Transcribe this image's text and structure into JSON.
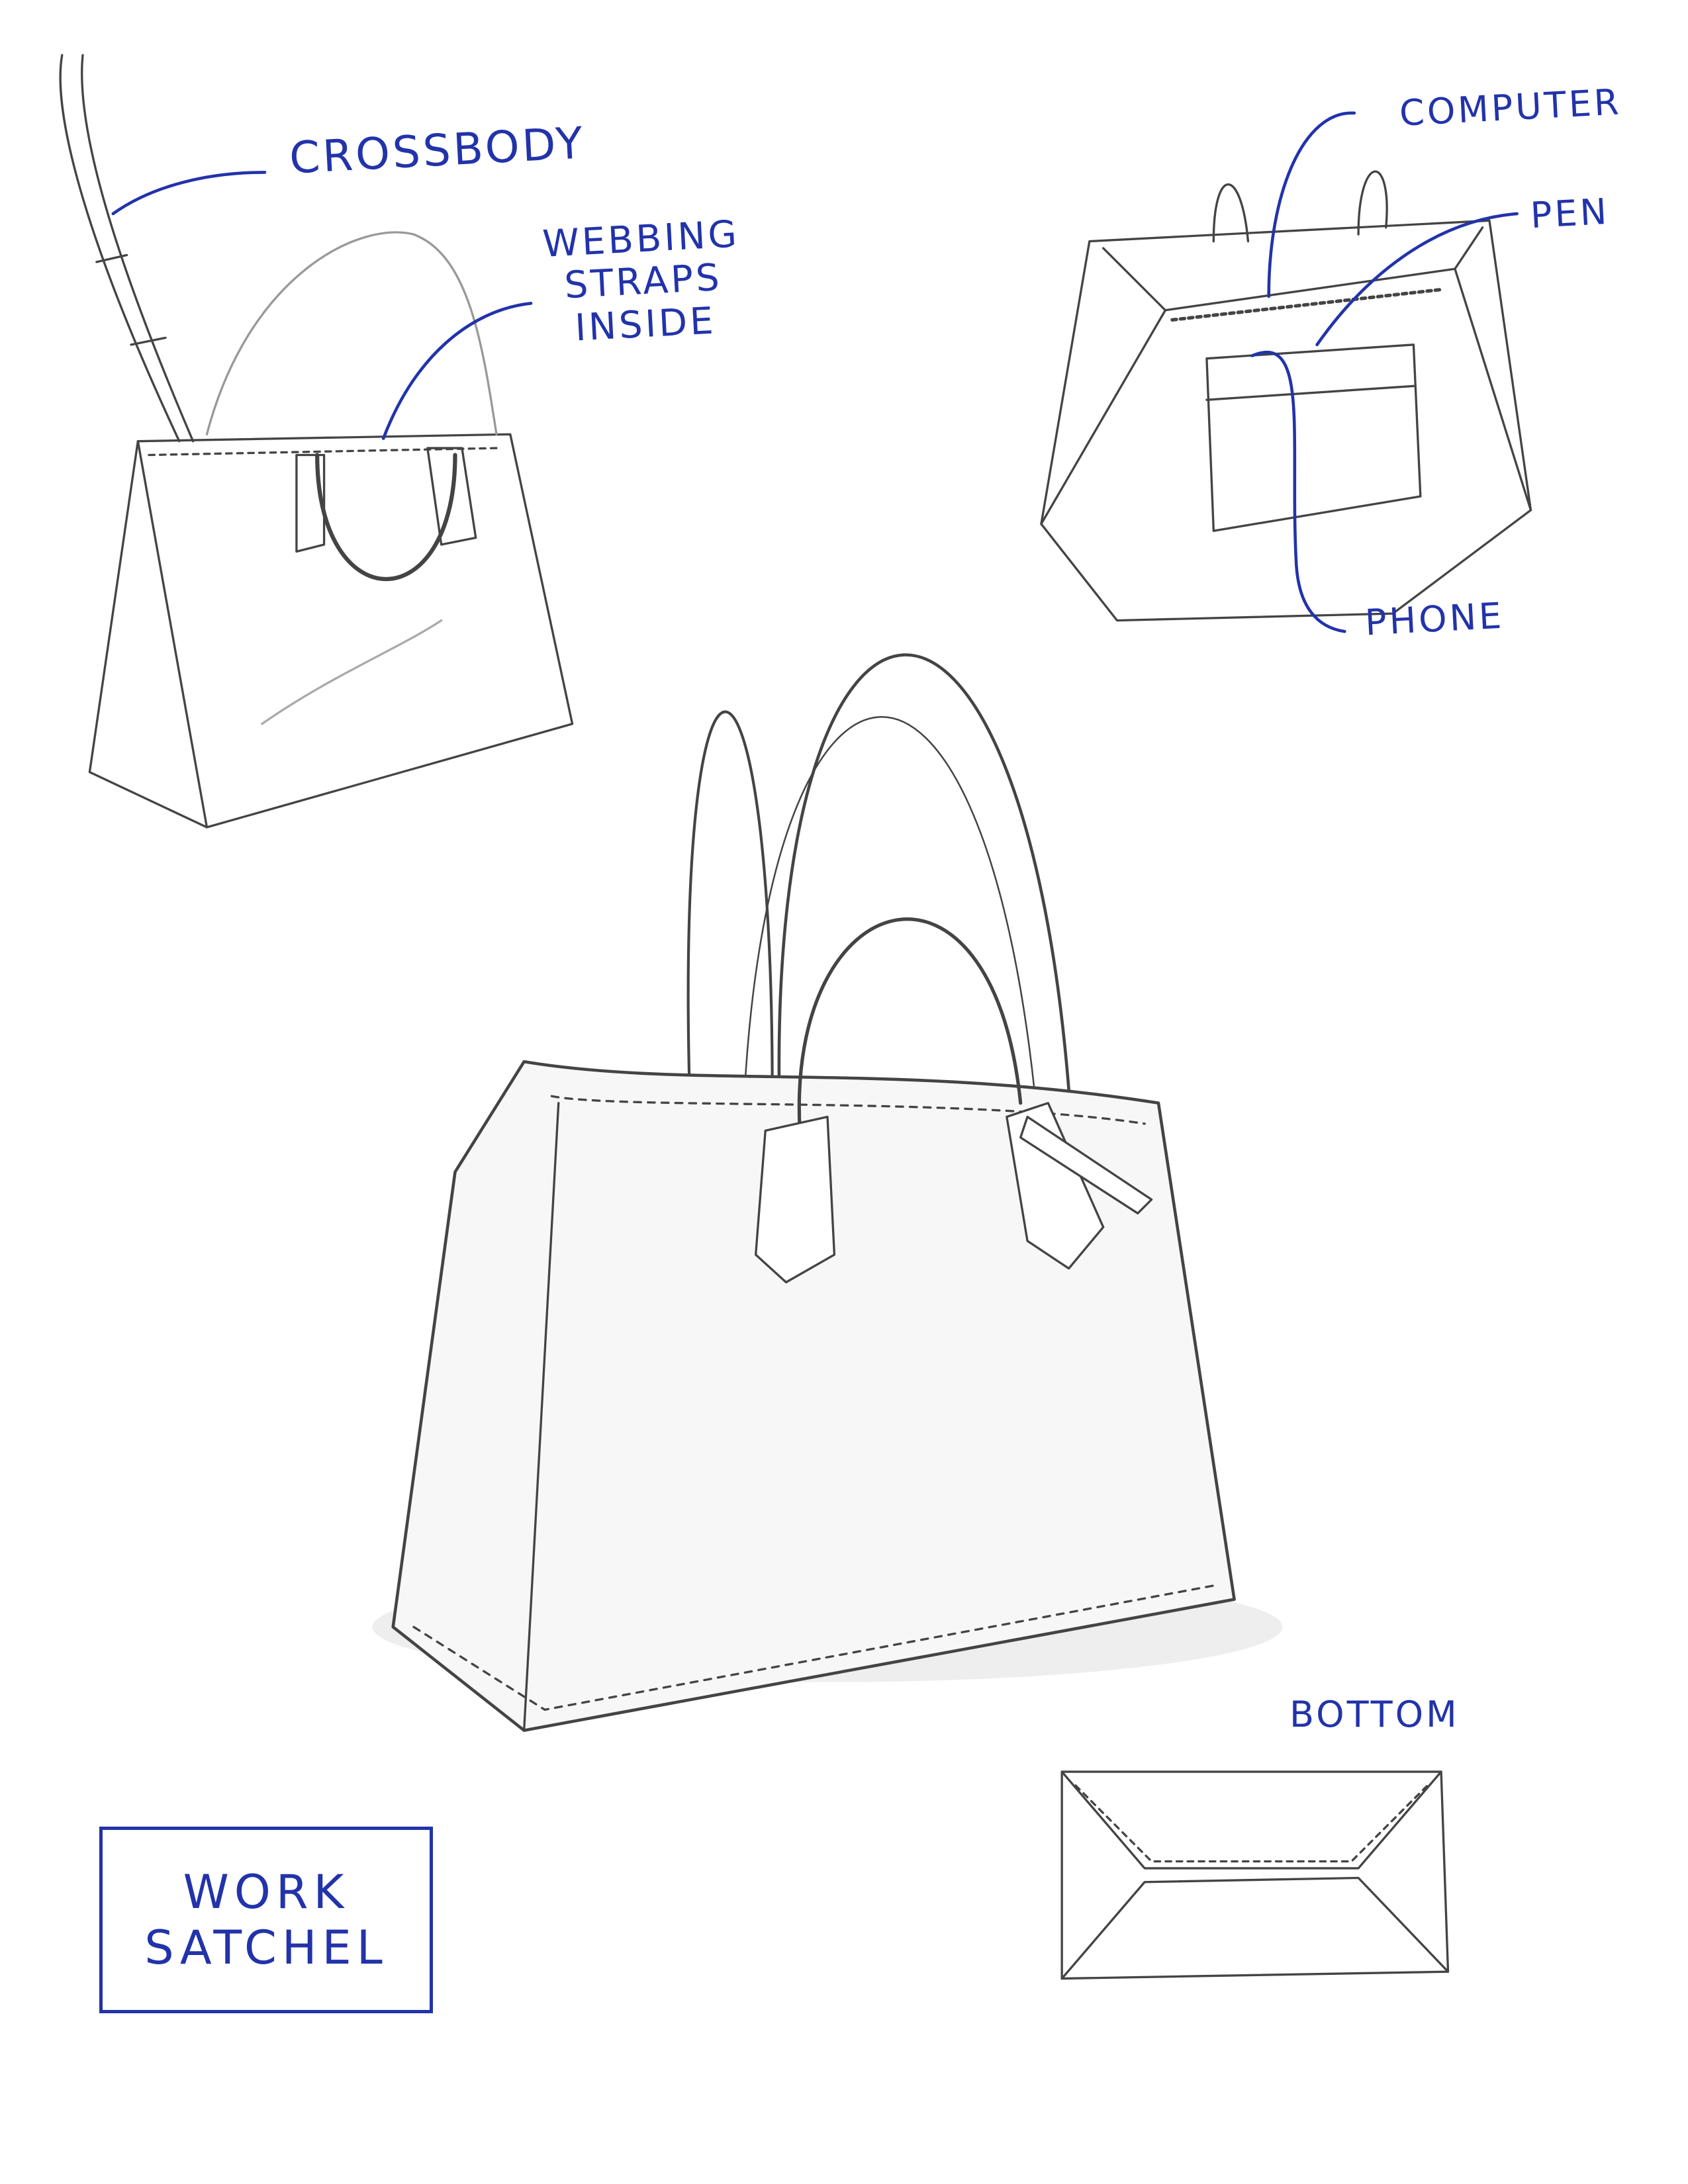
{
  "title": {
    "line1": "WORK",
    "line2": "SATCHEL"
  },
  "annotations": {
    "crossbody": "CROSSBODY",
    "webbing": [
      "WEBBING",
      "STRAPS",
      "INSIDE"
    ],
    "computer": "COMPUTER",
    "pen": "PEN",
    "phone": "PHONE",
    "bottom": "BOTTOM"
  },
  "colors": {
    "ink": "#2233aa",
    "pencil": "#444444"
  }
}
